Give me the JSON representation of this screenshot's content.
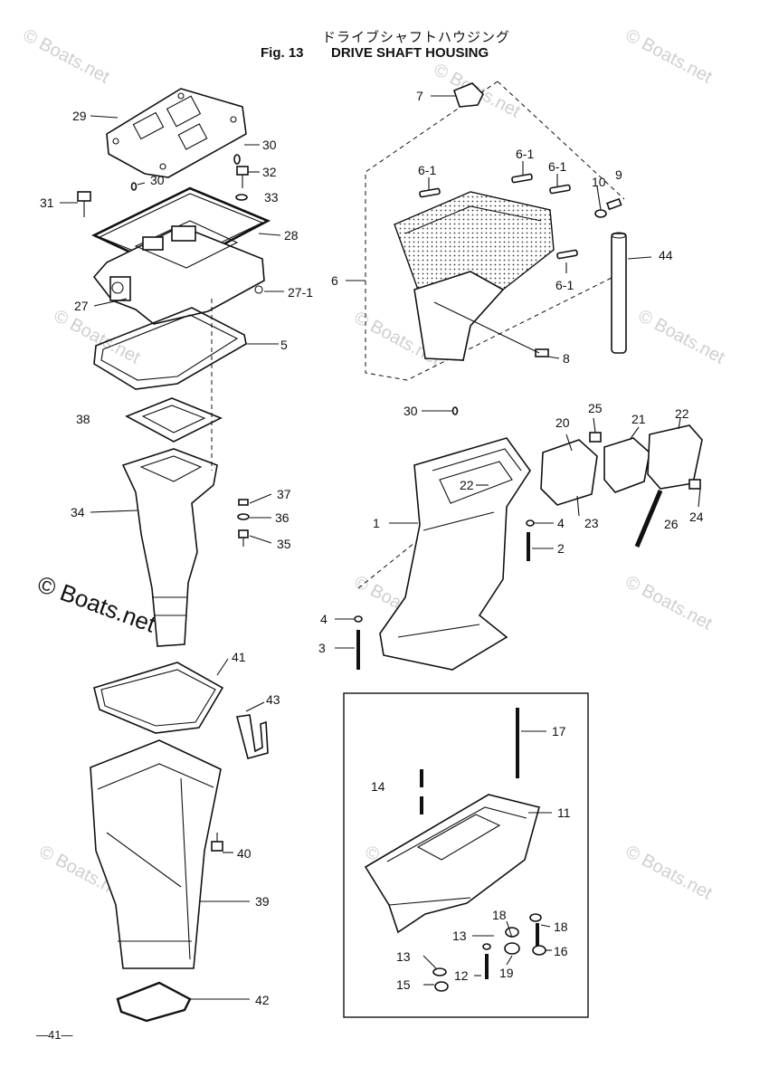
{
  "header": {
    "title_jp": "ドライブシャフトハウジング",
    "fig": "Fig. 13",
    "title_en": "DRIVE SHAFT HOUSING"
  },
  "watermark": {
    "text": "© Boats.net"
  },
  "labels": {
    "1": "1",
    "2": "2",
    "3": "3",
    "4": "4",
    "5": "5",
    "6": "6",
    "6_1": "6-1",
    "7": "7",
    "8": "8",
    "9": "9",
    "10": "10",
    "11": "11",
    "12": "12",
    "13": "13",
    "14": "14",
    "15": "15",
    "16": "16",
    "17": "17",
    "18": "18",
    "19": "19",
    "20": "20",
    "21": "21",
    "22": "22",
    "23": "23",
    "24": "24",
    "25": "25",
    "26": "26",
    "27": "27",
    "27_1": "27-1",
    "28": "28",
    "29": "29",
    "30": "30",
    "31": "31",
    "32": "32",
    "33": "33",
    "34": "34",
    "35": "35",
    "36": "36",
    "37": "37",
    "38": "38",
    "39": "39",
    "40": "40",
    "41": "41",
    "42": "42",
    "43": "43",
    "44": "44"
  },
  "footer": {
    "page": "—41—"
  }
}
